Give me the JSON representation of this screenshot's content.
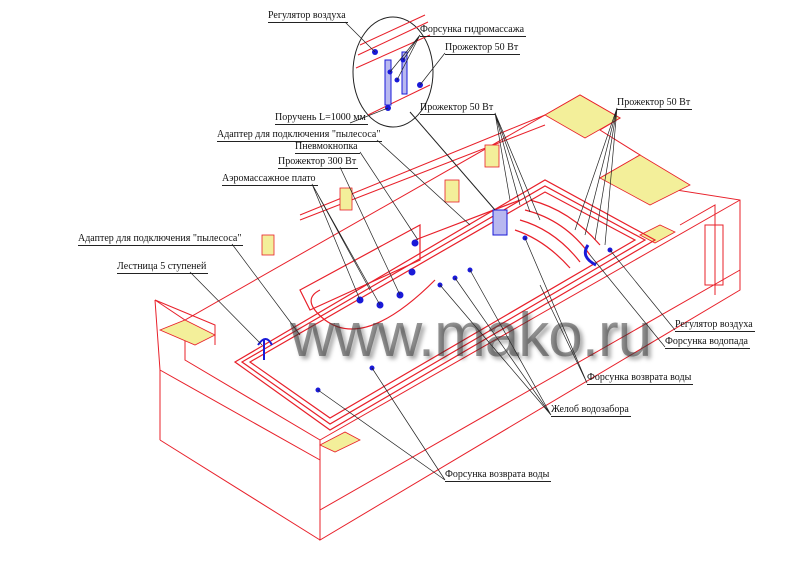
{
  "labels": {
    "air_regulator_top": "Регулятор воздуха",
    "hydromassage_nozzle": "Форсунка гидромассажа",
    "spotlight_50_a": "Прожектор 50 Вт",
    "handrail": "Поручень L=1000 мм",
    "spotlight_50_b": "Прожектор 50 Вт",
    "vacuum_adapter_top": "Адаптер для подключения \"пылесоса\"",
    "pneumo_button": "Пневмокнопка",
    "spotlight_300": "Прожектор 300 Вт",
    "aeromassage_plate": "Аэромассажное плато",
    "spotlight_50_c": "Прожектор 50 Вт",
    "vacuum_adapter_left": "Адаптер для подключения \"пылесоса\"",
    "ladder": "Лестница 5 ступеней",
    "air_regulator_right": "Регулятор воздуха",
    "waterfall_nozzle": "Форсунка водопада",
    "return_nozzle_right": "Форсунка возврата воды",
    "overflow_gutter": "Желоб водозабора",
    "return_nozzle_bottom": "Форсунка возврата воды"
  },
  "watermark": "www.mako.ru",
  "colors": {
    "lines": "#e8202a",
    "equipment": "#1a1ad8",
    "coping": "#f3ef9a",
    "leader": "#222222"
  }
}
